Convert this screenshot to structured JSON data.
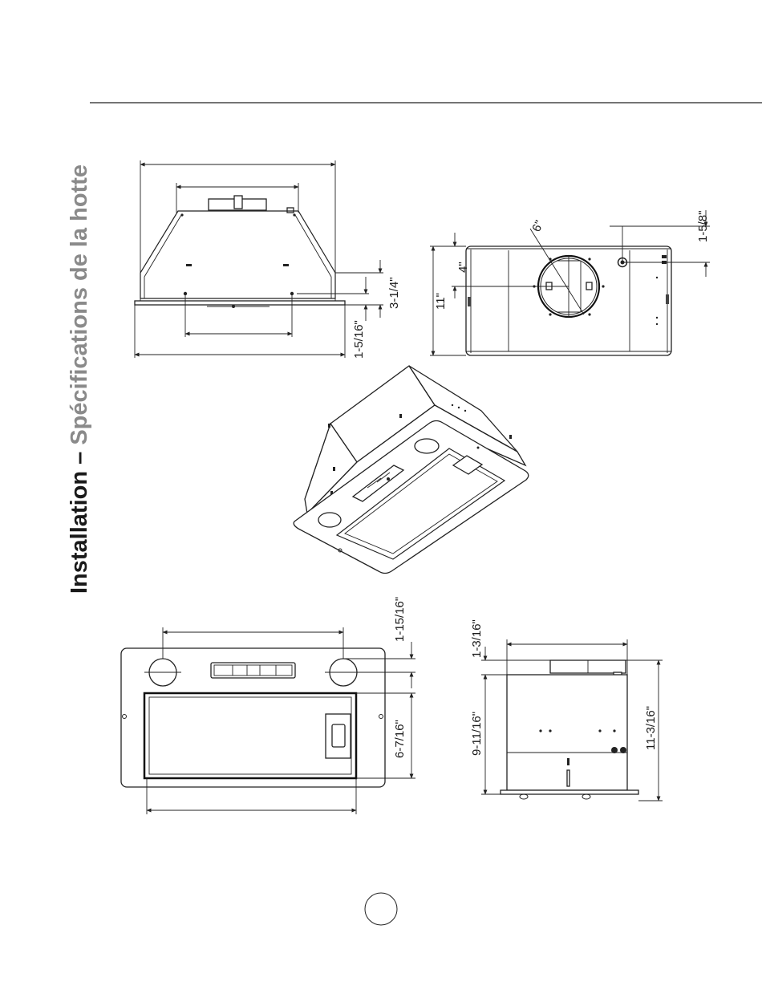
{
  "header": {
    "title_main": "Installation",
    "title_separator": " – ",
    "title_sub": "Spécifications de la hotte"
  },
  "colors": {
    "title_main": "#1a1a1a",
    "title_sub": "#8a8a8a",
    "line": "#222222"
  },
  "dimensions": {
    "front_view_flange": "1-5/16\"",
    "front_view_side": "3-1/4\"",
    "side_view_height": "11\"",
    "side_view_duct_offset": "4\"",
    "side_view_duct_diameter": "6\"",
    "side_view_top_offset": "1-5/8\"",
    "bottom_view_top": "1-15/16\"",
    "bottom_view_filter": "6-7/16\"",
    "depth_top": "1-3/16\"",
    "depth_body": "9-11/16\"",
    "depth_total": "11-3/16\""
  },
  "footer": {
    "page_number": ""
  }
}
